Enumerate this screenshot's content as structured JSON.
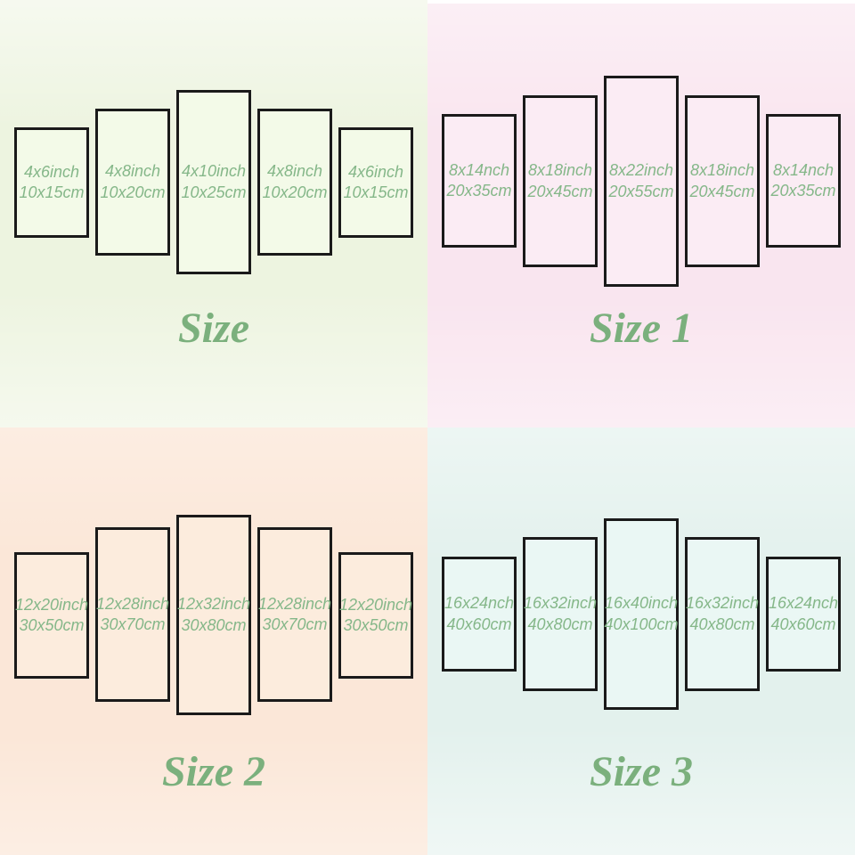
{
  "image_type": "five-piece canvas wall-art size guide",
  "colors": {
    "accent_green_title": "#7bb07d",
    "accent_green_label": "#85b789",
    "panel_border": "#1a1a1a",
    "q0_bg": "#edf4e0",
    "q0_panel": "#f3fae8",
    "q1_bg": "#f9e5ef",
    "q1_panel": "#fbecf4",
    "q2_bg": "#fbe7d8",
    "q2_panel": "#fcecdd",
    "q3_bg": "#e3f1ed",
    "q3_panel": "#eaf7f4",
    "photo_edge_strip": "#ffffff"
  },
  "quadrants": [
    {
      "title": "Size",
      "panels": [
        {
          "inch": "4x6inch",
          "cm": "10x15cm"
        },
        {
          "inch": "4x8inch",
          "cm": "10x20cm"
        },
        {
          "inch": "4x10inch",
          "cm": "10x25cm"
        },
        {
          "inch": "4x8inch",
          "cm": "10x20cm"
        },
        {
          "inch": "4x6inch",
          "cm": "10x15cm"
        }
      ]
    },
    {
      "title": "Size 1",
      "panels": [
        {
          "inch": "8x14nch",
          "cm": "20x35cm"
        },
        {
          "inch": "8x18inch",
          "cm": "20x45cm"
        },
        {
          "inch": "8x22inch",
          "cm": "20x55cm"
        },
        {
          "inch": "8x18inch",
          "cm": "20x45cm"
        },
        {
          "inch": "8x14nch",
          "cm": "20x35cm"
        }
      ]
    },
    {
      "title": "Size 2",
      "panels": [
        {
          "inch": "12x20inch",
          "cm": "30x50cm"
        },
        {
          "inch": "12x28inch",
          "cm": "30x70cm"
        },
        {
          "inch": "12x32inch",
          "cm": "30x80cm"
        },
        {
          "inch": "12x28inch",
          "cm": "30x70cm"
        },
        {
          "inch": "12x20inch",
          "cm": "30x50cm"
        }
      ]
    },
    {
      "title": "Size 3",
      "panels": [
        {
          "inch": "16x24nch",
          "cm": "40x60cm"
        },
        {
          "inch": "16x32inch",
          "cm": "40x80cm"
        },
        {
          "inch": "16x40inch",
          "cm": "40x100cm"
        },
        {
          "inch": "16x32inch",
          "cm": "40x80cm"
        },
        {
          "inch": "16x24nch",
          "cm": "40x60cm"
        }
      ]
    }
  ]
}
